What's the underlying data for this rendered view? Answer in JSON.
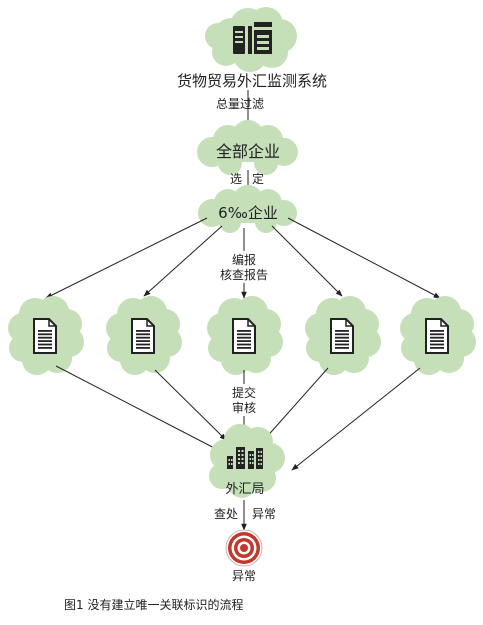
{
  "colors": {
    "cloud_fill": "#c5dfb9",
    "cloud_outline": "#d7ead0",
    "line": "#222222",
    "target_red": "#c0392b"
  },
  "nodes": {
    "top_system": {
      "label": "货物贸易外汇监测系统",
      "icon": "bundle-icon"
    },
    "step1_label": "总量过滤",
    "all_enterprises": {
      "label": "全部企业"
    },
    "step2_label_left": "选",
    "step2_label_right": "定",
    "selected_enterprises": {
      "label": "6‰企业"
    },
    "step3_label_line1": "编报",
    "step3_label_line2": "核查报告",
    "documents": [
      {
        "icon": "document-icon"
      },
      {
        "icon": "document-icon"
      },
      {
        "icon": "document-icon"
      },
      {
        "icon": "document-icon"
      },
      {
        "icon": "document-icon"
      }
    ],
    "step4_label_line1": "提交",
    "step4_label_line2": "审核",
    "forex_bureau": {
      "label": "外汇局",
      "icon": "building-icon"
    },
    "step5_label_left": "查处",
    "step5_label_right": "异常",
    "anomaly": {
      "label": "异常",
      "icon": "target-icon"
    }
  },
  "caption": "图1 没有建立唯一关联标识的流程"
}
